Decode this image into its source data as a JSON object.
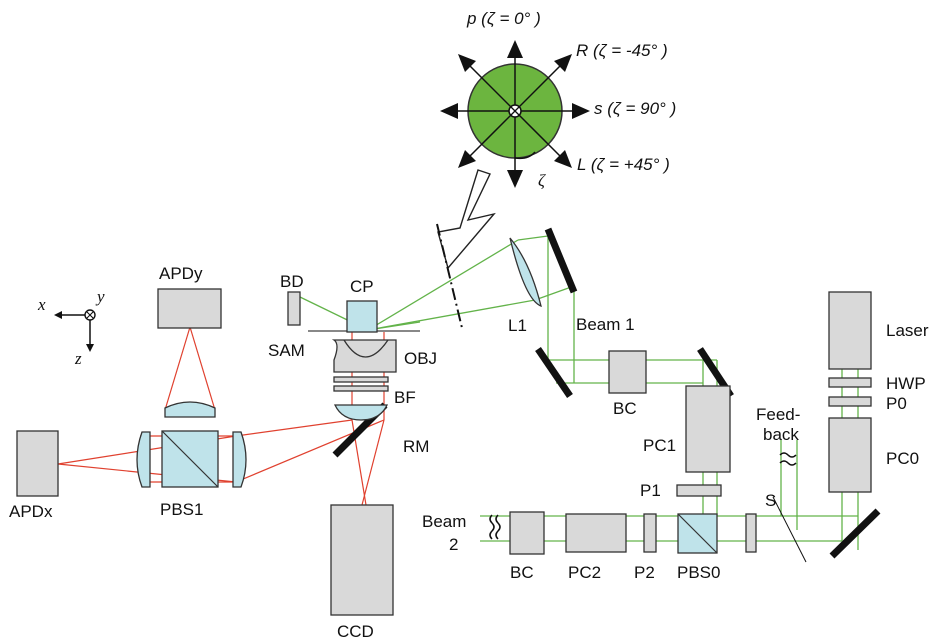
{
  "colors": {
    "green_beam": "#63b34a",
    "red_beam": "#e0412f",
    "sphere": "#6cb53f",
    "optic": "#bfe3ea",
    "box": "#d9d9d9"
  },
  "polarization": {
    "p": "p (ζ = 0° )",
    "R": "R (ζ = -45° )",
    "s": "s (ζ = 90° )",
    "L": "L (ζ = +45° )",
    "zeta": "ζ"
  },
  "axes": {
    "x": "x",
    "y": "y",
    "z": "z"
  },
  "labels": {
    "apdy": "APDy",
    "apdx": "APDx",
    "pbs1": "PBS1",
    "bd": "BD",
    "cp": "CP",
    "sam": "SAM",
    "obj": "OBJ",
    "bf": "BF",
    "rm": "RM",
    "ccd": "CCD",
    "l1": "L1",
    "beam1": "Beam 1",
    "bc_top": "BC",
    "pc1": "PC1",
    "p1": "P1",
    "s": "S",
    "feedback_1": "Feed-",
    "feedback_2": "back",
    "laser": "Laser",
    "hwp": "HWP",
    "p0": "P0",
    "pc0": "PC0",
    "beam2_1": "Beam",
    "beam2_2": "2",
    "bc_bottom": "BC",
    "pc2": "PC2",
    "p2": "P2",
    "pbs0": "PBS0"
  }
}
